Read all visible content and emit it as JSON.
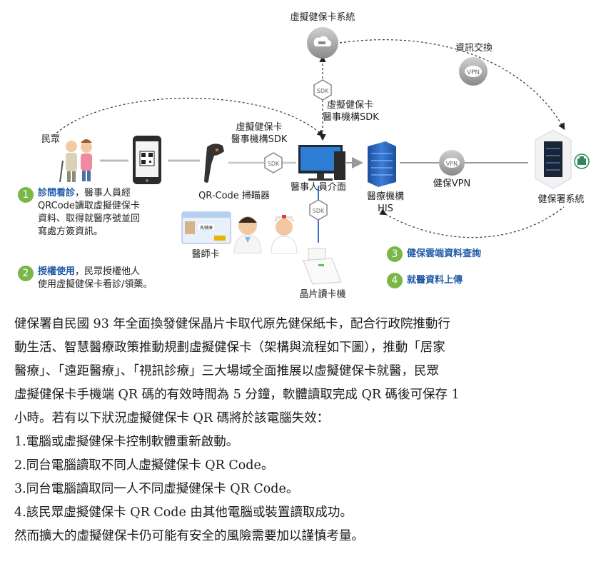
{
  "diagram": {
    "labels": {
      "virtual_card_system": "虛擬健保卡系統",
      "info_exchange": "資訊交換",
      "sdk_top_label_1": "虛擬健保卡",
      "sdk_top_label_2": "醫事機構SDK",
      "sdk_mid_label_1": "虛擬健保卡",
      "sdk_mid_label_2": "醫事機構SDK",
      "public": "民眾",
      "qr_scanner": "QR-Code 掃瞄器",
      "staff_interface": "醫事人員介面",
      "his_1": "醫療機構",
      "his_2": "HIS",
      "nhi_vpn": "健保VPN",
      "nhi_system": "健保署系統",
      "doctor_card": "醫師卡",
      "card_reader": "晶片讀卡機",
      "sdk_badge": "SDK",
      "vpn_badge": "VPN",
      "id_card_name": "馬健康"
    },
    "steps": [
      {
        "num": "1",
        "highlight": "診間看診",
        "rest_first": "，醫事人員經",
        "lines": [
          "QRCode讀取虛擬健保卡",
          "資料、取得就醫序號並回",
          "寫處方簽資訊。"
        ]
      },
      {
        "num": "2",
        "highlight": "授權使用",
        "rest_first": "，民眾授權他人",
        "lines": [
          "使用虛擬健保卡看診/領藥。"
        ]
      },
      {
        "num": "3",
        "text": "健保雲端資料查詢"
      },
      {
        "num": "4",
        "text": "就醫資料上傳"
      }
    ],
    "colors": {
      "step_green": "#7ab648",
      "highlight_blue": "#1f5aa6",
      "server_blue": "#2a5fb0",
      "cloud_gray": "#8e8e8e"
    }
  },
  "paragraph": [
    "健保署自民國 93 年全面換發健保晶片卡取代原先健保紙卡，配合行政院推動行",
    "動生活、智慧醫療政策推動規劃虛擬健保卡（架構與流程如下圖），推動「居家",
    "醫療」、「遠距醫療」、「視訊診療」三大場域全面推展以虛擬健保卡就醫，民眾",
    "虛擬健保卡手機端 QR 碼的有效時間為 5 分鐘，軟體讀取完成 QR 碼後可保存 1",
    "小時。若有以下狀況虛擬健保卡 QR 碼將於該電腦失效：",
    "1.電腦或虛擬健保卡控制軟體重新啟動。",
    "2.同台電腦讀取不同人虛擬健保卡 QR Code。",
    "3.同台電腦讀取同一人不同虛擬健保卡 QR Code。",
    "4.該民眾虛擬健保卡 QR Code 由其他電腦或裝置讀取成功。",
    "然而擴大的虛擬健保卡仍可能有安全的風險需要加以謹慎考量。"
  ]
}
